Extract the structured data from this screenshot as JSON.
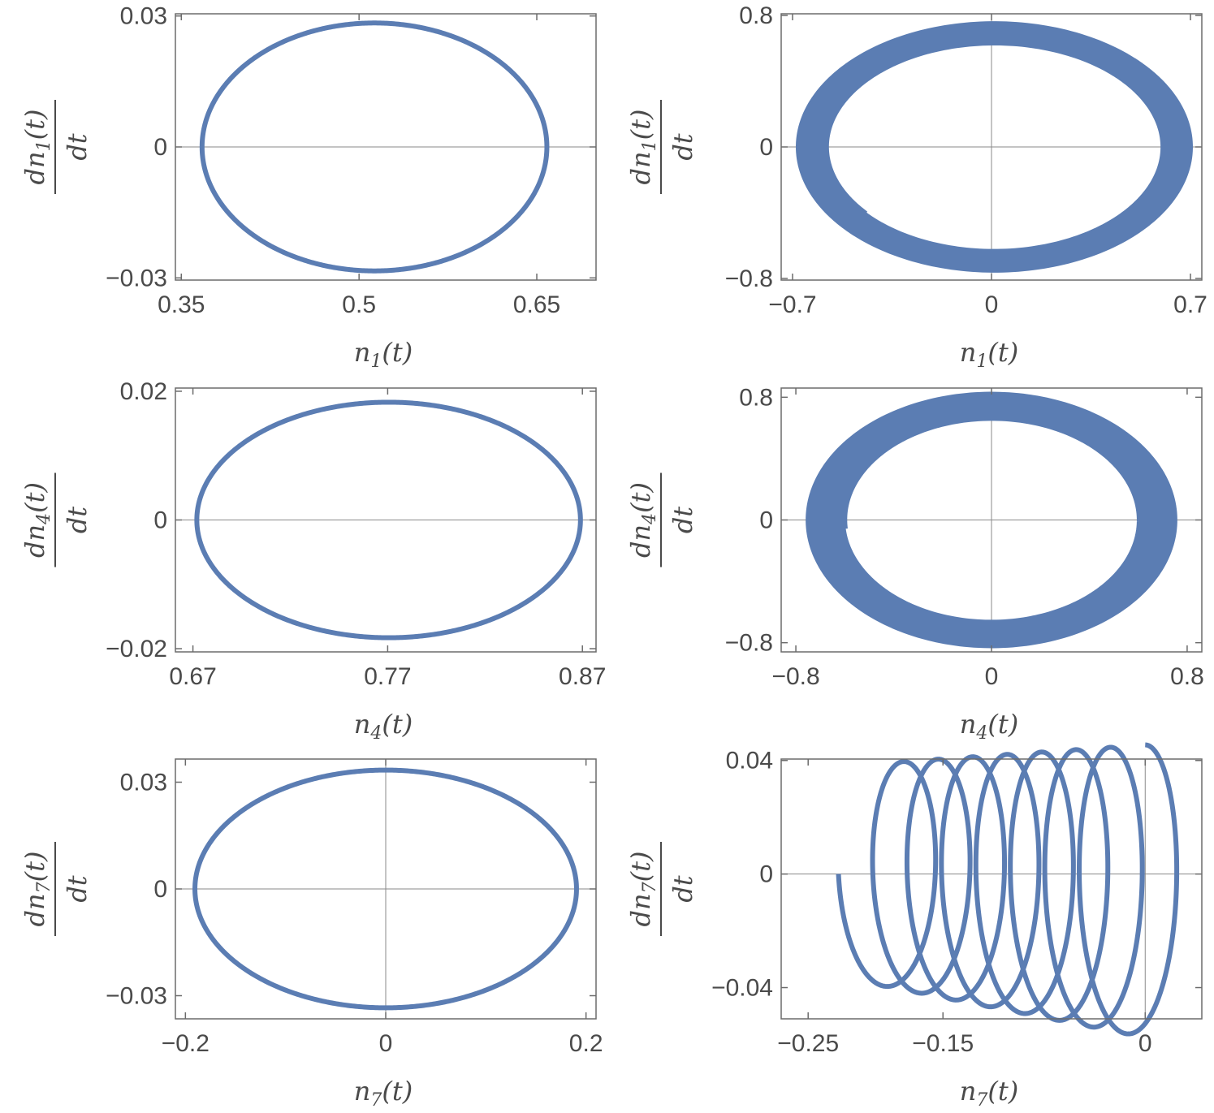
{
  "style": {
    "line_color": "#5B7DB3",
    "frame_color": "#6b6b6b",
    "zero_axis_color": "#8a8a8a",
    "text_color": "#4a4a4a"
  },
  "chart_data": [
    {
      "type": "line",
      "xlabel": {
        "main": "n",
        "sub": "1",
        "tail": "(t)"
      },
      "ylabel": {
        "main": "dn",
        "sub": "1",
        "tail": "(t)",
        "den": "dt"
      },
      "xlim": [
        0.345,
        0.7
      ],
      "ylim": [
        -0.0305,
        0.0305
      ],
      "xticks": [
        {
          "v": 0.35,
          "label": "0.35"
        },
        {
          "v": 0.5,
          "label": "0.5"
        },
        {
          "v": 0.65,
          "label": "0.65"
        }
      ],
      "yticks": [
        {
          "v": 0.03,
          "label": "0.03"
        },
        {
          "v": 0,
          "label": "0"
        },
        {
          "v": -0.03,
          "label": "−0.03"
        }
      ],
      "curve": {
        "kind": "ellipse",
        "cx": 0.513,
        "cy": 0,
        "ax": 0.1455,
        "ay": 0.0284,
        "turns": 1
      }
    },
    {
      "type": "line",
      "xlabel": {
        "main": "n",
        "sub": "1",
        "tail": "(t)"
      },
      "ylabel": {
        "main": "dn",
        "sub": "1",
        "tail": "(t)",
        "den": "dt"
      },
      "xlim": [
        -0.74,
        0.74
      ],
      "ylim": [
        -0.81,
        0.81
      ],
      "xticks": [
        {
          "v": -0.7,
          "label": "−0.7"
        },
        {
          "v": 0,
          "label": "0"
        },
        {
          "v": 0.7,
          "label": "0.7"
        }
      ],
      "yticks": [
        {
          "v": 0.8,
          "label": "0.8"
        },
        {
          "v": 0,
          "label": "0"
        },
        {
          "v": -0.8,
          "label": "−0.8"
        }
      ],
      "curve": {
        "kind": "growing_ellipse",
        "cx": 0.01,
        "cy": 0,
        "ax_start": 0.59,
        "ax_end": 0.69,
        "ay_start": 0.63,
        "ay_end": 0.75,
        "start_angle_deg": 220,
        "turns": 30
      }
    },
    {
      "type": "line",
      "xlabel": {
        "main": "n",
        "sub": "4",
        "tail": "(t)"
      },
      "ylabel": {
        "main": "dn",
        "sub": "4",
        "tail": "(t)",
        "den": "dt"
      },
      "xlim": [
        0.661,
        0.877
      ],
      "ylim": [
        -0.0205,
        0.0205
      ],
      "xticks": [
        {
          "v": 0.67,
          "label": "0.67"
        },
        {
          "v": 0.77,
          "label": "0.77"
        },
        {
          "v": 0.87,
          "label": "0.87"
        }
      ],
      "yticks": [
        {
          "v": 0.02,
          "label": "0.02"
        },
        {
          "v": 0,
          "label": "0"
        },
        {
          "v": -0.02,
          "label": "−0.02"
        }
      ],
      "curve": {
        "kind": "ellipse",
        "cx": 0.7705,
        "cy": 0,
        "ax": 0.0985,
        "ay": 0.0183,
        "turns": 1
      }
    },
    {
      "type": "line",
      "xlabel": {
        "main": "n",
        "sub": "4",
        "tail": "(t)"
      },
      "ylabel": {
        "main": "dn",
        "sub": "4",
        "tail": "(t)",
        "den": "dt"
      },
      "xlim": [
        -0.86,
        0.86
      ],
      "ylim": [
        -0.86,
        0.86
      ],
      "xticks": [
        {
          "v": -0.8,
          "label": "−0.8"
        },
        {
          "v": 0,
          "label": "0"
        },
        {
          "v": 0.8,
          "label": "0.8"
        }
      ],
      "yticks": [
        {
          "v": 0.8,
          "label": "0.8"
        },
        {
          "v": 0,
          "label": "0"
        },
        {
          "v": -0.8,
          "label": "−0.8"
        }
      ],
      "curve": {
        "kind": "growing_ellipse",
        "cx": 0.0,
        "cy": 0,
        "ax_start": 0.6,
        "ax_end": 0.75,
        "ay_start": 0.66,
        "ay_end": 0.82,
        "start_angle_deg": 185,
        "turns": 30
      }
    },
    {
      "type": "line",
      "xlabel": {
        "main": "n",
        "sub": "7",
        "tail": "(t)"
      },
      "ylabel": {
        "main": "dn",
        "sub": "7",
        "tail": "(t)",
        "den": "dt"
      },
      "xlim": [
        -0.21,
        0.21
      ],
      "ylim": [
        -0.0365,
        0.0365
      ],
      "xticks": [
        {
          "v": -0.2,
          "label": "−0.2"
        },
        {
          "v": 0,
          "label": "0"
        },
        {
          "v": 0.2,
          "label": "0.2"
        }
      ],
      "yticks": [
        {
          "v": 0.03,
          "label": "0.03"
        },
        {
          "v": 0,
          "label": "0"
        },
        {
          "v": -0.03,
          "label": "−0.03"
        }
      ],
      "curve": {
        "kind": "ellipse",
        "cx": 0.0,
        "cy": 0,
        "ax": 0.1905,
        "ay": 0.0334,
        "turns": 1
      }
    },
    {
      "type": "line",
      "xlabel": {
        "main": "n",
        "sub": "7",
        "tail": "(t)"
      },
      "ylabel": {
        "main": "dn",
        "sub": "7",
        "tail": "(t)",
        "den": "dt"
      },
      "xlim": [
        -0.27,
        0.042
      ],
      "ylim": [
        -0.051,
        0.0405
      ],
      "xticks": [
        {
          "v": -0.25,
          "label": "−0.25"
        },
        {
          "v": -0.15,
          "label": "−0.15"
        },
        {
          "v": 0,
          "label": "0"
        }
      ],
      "yticks": [
        {
          "v": 0.04,
          "label": "0.04"
        },
        {
          "v": 0,
          "label": "0"
        },
        {
          "v": -0.04,
          "label": "−0.04"
        }
      ],
      "curve": {
        "kind": "drifting_loops",
        "x_start": 0.0,
        "x_end": -0.198,
        "ax": 0.0295,
        "ay_start": 0.0455,
        "ay_end": 0.039,
        "turns": 7.75
      }
    }
  ]
}
